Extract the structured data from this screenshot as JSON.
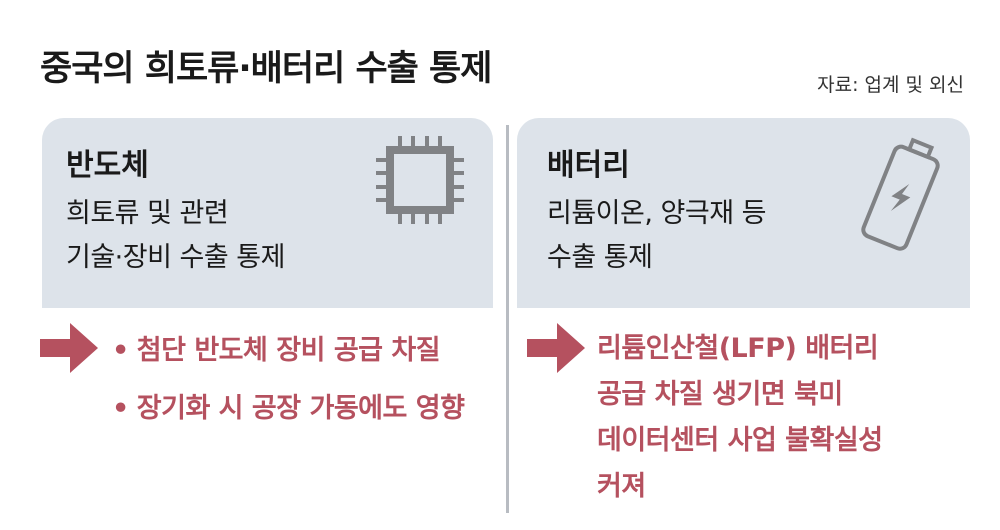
{
  "title": "중국의 희토류·배터리 수출 통제",
  "source": "자료: 업계 및 외신",
  "colors": {
    "accent": "#b5515f",
    "panel": "#dde3ea",
    "icon": "#808285"
  },
  "left": {
    "heading": "반도체",
    "desc": [
      "희토류 및 관련",
      "기술·장비 수출 통제"
    ],
    "icon": "chip-icon",
    "bullets": [
      "첨단 반도체 장비 공급 차질",
      "장기화 시 공장 가동에도 영향"
    ]
  },
  "right": {
    "heading": "배터리",
    "desc": [
      "리튬이온, 양극재 등",
      "수출 통제"
    ],
    "icon": "battery-icon",
    "impact": [
      "리튬인산철(LFP) 배터리",
      "공급 차질 생기면 북미",
      "데이터센터 사업 불확실성",
      "커져"
    ]
  }
}
